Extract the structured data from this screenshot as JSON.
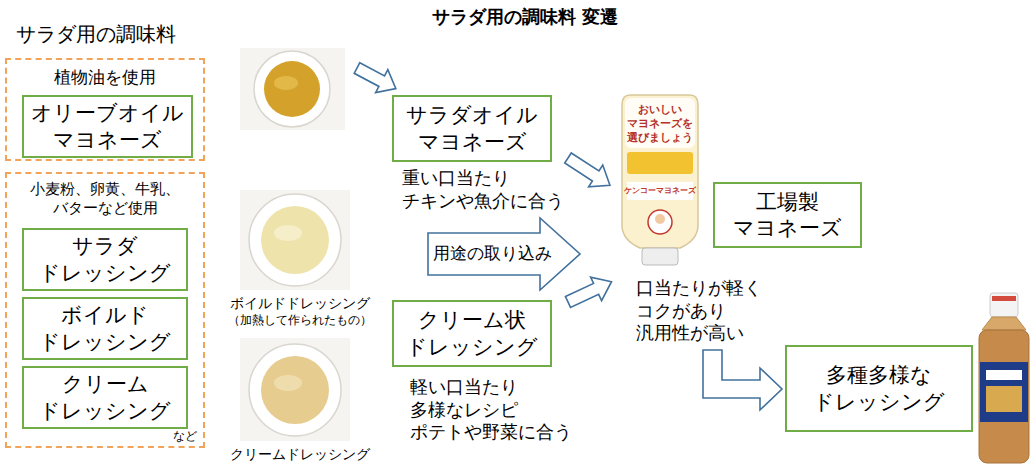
{
  "diagram": {
    "title": "サラダ用の調味料 変遷",
    "nodes": [
      {
        "text": [
          "植物油を使用"
        ]
      },
      {
        "text": [
          "オリーブオイル マヨネーズ"
        ],
        "in": 0
      },
      {
        "text": [
          "小麦粉、卵黄、牛乳、 バターなど使用",
          "など"
        ]
      },
      {
        "text": [
          "サラダ ドレッシング"
        ],
        "in": 2
      },
      {
        "text": [
          "ボイルド ドレッシング"
        ],
        "in": 2
      },
      {
        "text": [
          "クリーム ドレッシング"
        ],
        "in": 2
      },
      {
        "text": [
          "サラダオイル マヨネーズ"
        ]
      },
      {
        "text": [
          "クリーム状 ドレッシング"
        ]
      },
      {
        "text": [
          "工場製 マヨネーズ"
        ]
      },
      {
        "text": [
          "多種多様な ドレッシング"
        ]
      }
    ],
    "labels": [
      "サラダ用の調味料",
      "ボイルドドレッシング",
      "（加熱して作られたもの）",
      "クリームドレッシング",
      "重い口当たり チキンや魚介に合う",
      "用途の取り込み",
      "軽い口当たり 多様なレシピ ポテトや野菜に合う",
      "口当たりが軽く コクがあり 汎用性が高い",
      "おいしい マヨネーズを 選びましょう",
      "ケンコーマヨネーズ"
    ]
  }
}
